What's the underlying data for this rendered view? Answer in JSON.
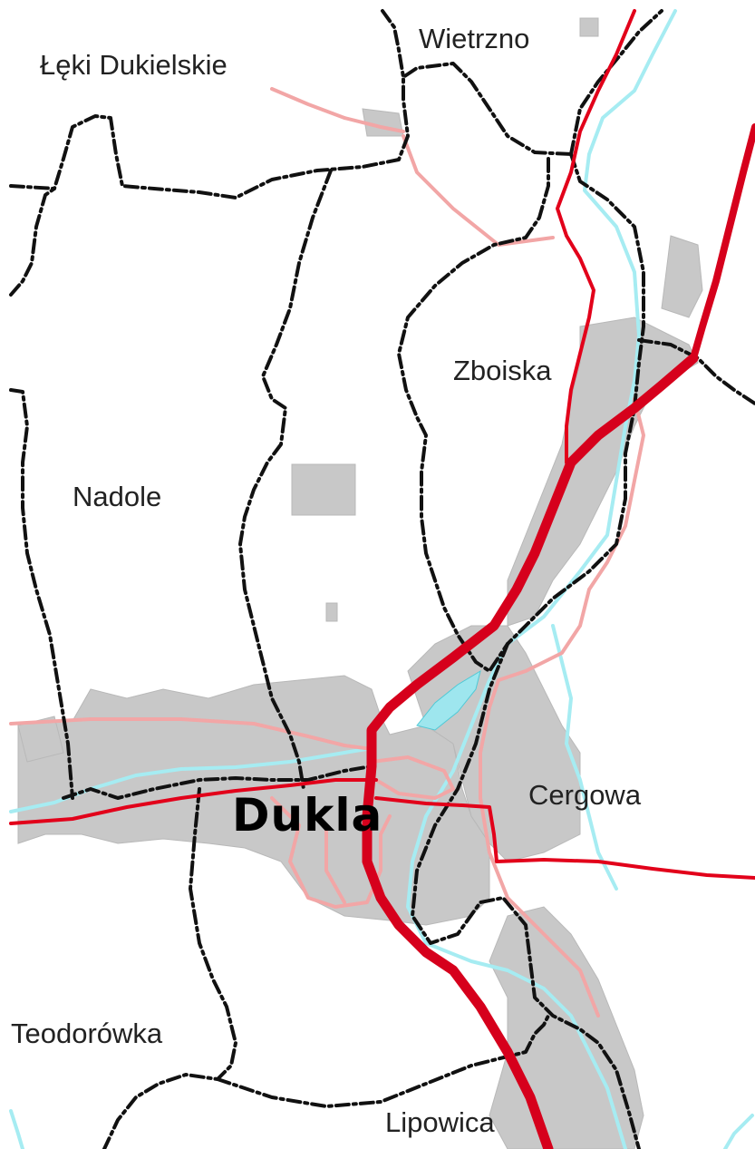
{
  "map": {
    "labels": {
      "leki_dukielskie": "Łęki Dukielskie",
      "wietrzno": "Wietrzno",
      "zboiska": "Zboiska",
      "nadole": "Nadole",
      "cergowa": "Cergowa",
      "dukla": "Dukla",
      "teodorowka": "Teodorówka",
      "lipowica": "Lipowica"
    },
    "colors": {
      "main_road": "#d6001c",
      "secondary_road": "#e2001a",
      "local_road": "#f2a6a6",
      "river": "#a6ecf2",
      "built_up_area": "#c8c8c8",
      "boundary": "#111111",
      "water_body": "#9ee6ee"
    }
  }
}
